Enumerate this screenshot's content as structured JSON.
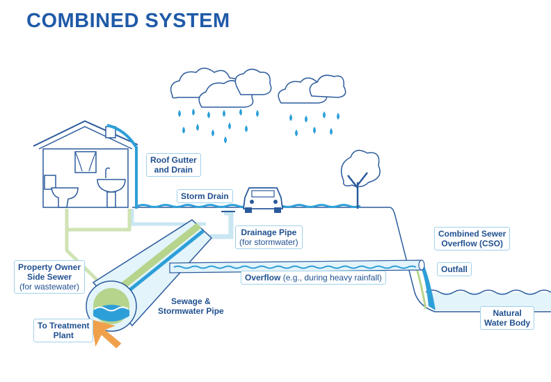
{
  "title": "COMBINED SYSTEM",
  "labels": {
    "roof_gutter": {
      "line1": "Roof Gutter",
      "line2": "and Drain"
    },
    "storm_drain": {
      "line1": "Storm Drain"
    },
    "drainage_pipe": {
      "line1": "Drainage Pipe",
      "line2": "(for stormwater)"
    },
    "combined_sewer_overflow": {
      "line1": "Combined Sewer",
      "line2": "Overflow (CSO)"
    },
    "outfall": {
      "line1": "Outfall"
    },
    "property_owner": {
      "line1": "Property Owner",
      "line2": "Side Sewer",
      "line3": "(for wastewater)"
    },
    "overflow": {
      "bold": "Overflow",
      "normal": " (e.g., during heavy rainfall)"
    },
    "sewage_pipe": {
      "line1": "Sewage &",
      "line2": "Stormwater Pipe"
    },
    "treatment_plant": {
      "line1": "To Treatment",
      "line2": "Plant"
    },
    "natural_water": {
      "line1": "Natural",
      "line2": "Water Body"
    }
  },
  "colors": {
    "title": "#1f5aa8",
    "outline": "#2a5a9c",
    "water": "#2d9fd8",
    "rain_drop": "#2d9fd8",
    "pipe_light": "#e3f4fb",
    "wastewater": "#b6d48c",
    "arrow": "#f0a04b",
    "label_border": "#9fd0ea"
  },
  "icons": [
    "house-icon",
    "toilet-icon",
    "sink-icon",
    "cloud-icon",
    "rain-drop-icon",
    "car-icon",
    "tree-icon",
    "arrow-icon"
  ]
}
